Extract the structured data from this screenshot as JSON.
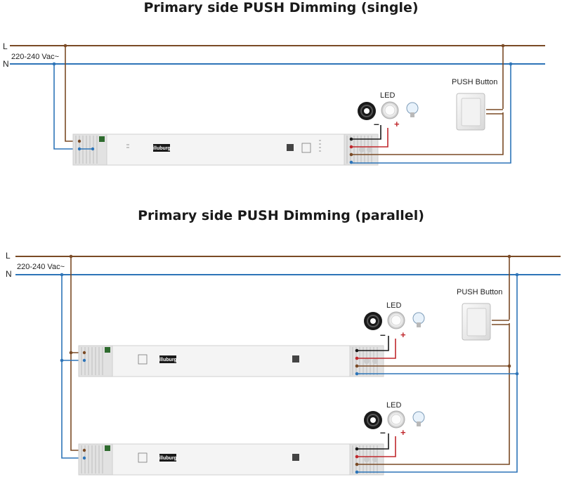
{
  "titles": {
    "single": "Primary side PUSH Dimming (single)",
    "parallel": "Primary side PUSH Dimming (parallel)"
  },
  "labels": {
    "line": "L",
    "neutral": "N",
    "voltage": "220-240 Vac~",
    "led": "LED",
    "push_button": "PUSH Button",
    "minus": "–",
    "plus": "+",
    "brand": "illuburg"
  },
  "colors": {
    "line_wire": "#7a4a25",
    "neutral_wire": "#2d74b8",
    "positive_wire": "#c0282d",
    "negative_wire": "#1a1a1a",
    "driver_body": "#f4f4f4",
    "logo_bg": "#1a1a1a"
  },
  "icons": [
    "led-strip-icon",
    "downlight-icon",
    "spotlight-bulb-icon",
    "push-button-switch-icon"
  ]
}
